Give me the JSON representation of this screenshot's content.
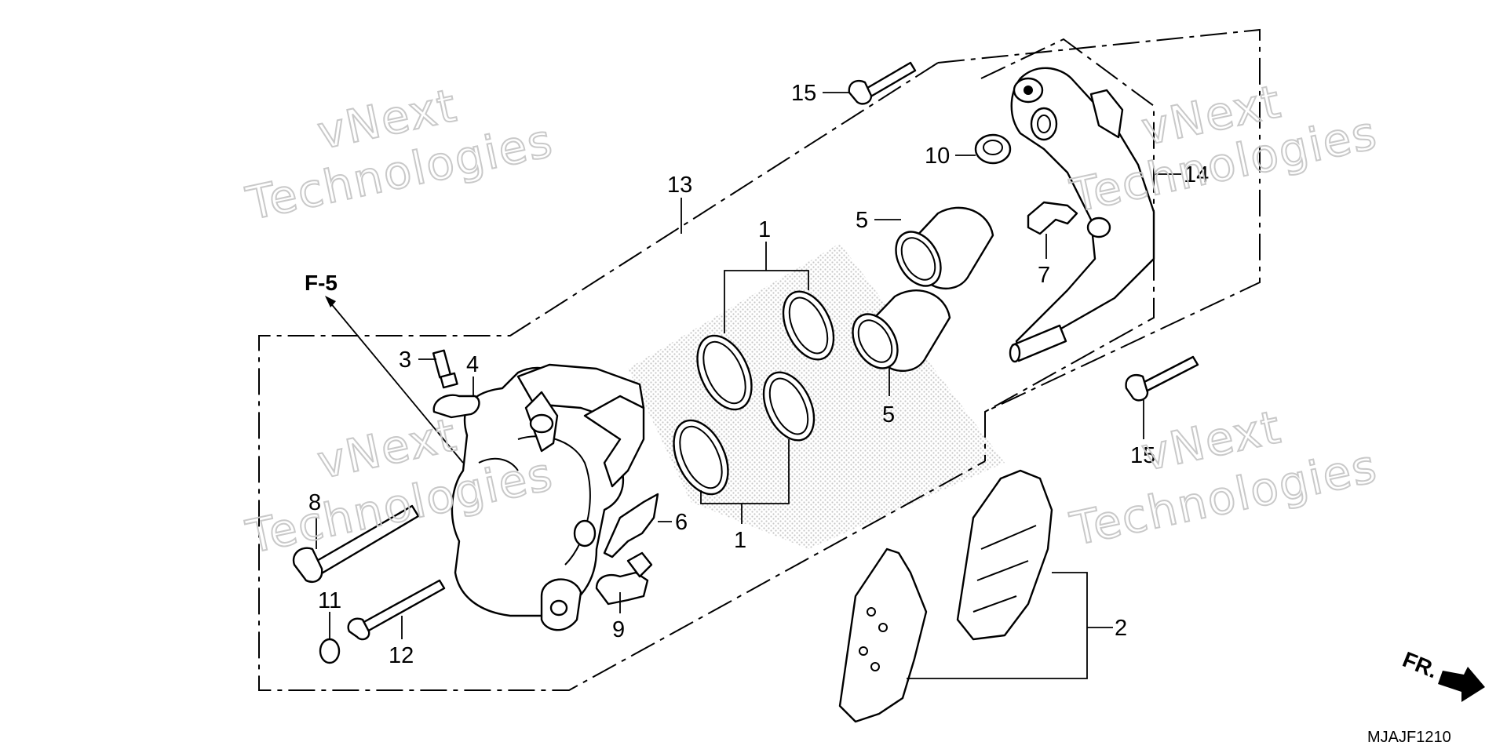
{
  "diagram": {
    "ref_label": "F-5",
    "code": "MJAJF1210",
    "front_label": "FR.",
    "watermark": [
      "vNext",
      "Technologies"
    ],
    "parts": [
      "1",
      "1",
      "2",
      "3",
      "4",
      "5",
      "5",
      "6",
      "7",
      "8",
      "9",
      "10",
      "11",
      "12",
      "13",
      "14",
      "15",
      "15"
    ]
  }
}
